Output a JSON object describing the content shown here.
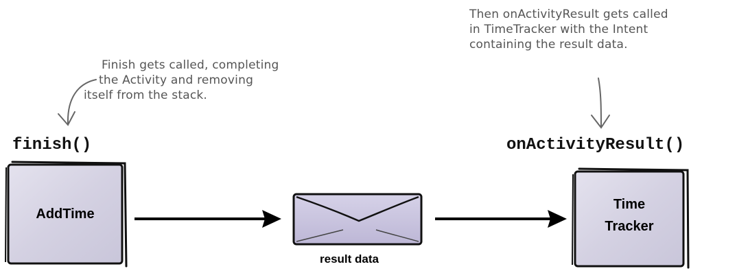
{
  "annotations": {
    "finish_note": [
      "Finish gets called, completing",
      "the Activity and removing",
      "itself from the stack."
    ],
    "result_note": [
      "Then onActivityResult gets called",
      "in TimeTracker with the Intent",
      "containing the result data."
    ]
  },
  "methods": {
    "finish": "finish()",
    "on_activity_result": "onActivityResult()"
  },
  "nodes": {
    "add_time": "AddTime",
    "time_tracker_line1": "Time",
    "time_tracker_line2": "Tracker",
    "envelope": "result data"
  },
  "colors": {
    "box_fill": "#d9d7e6",
    "envelope_fill": "#c9c4de",
    "outline": "#111111",
    "annotation_text": "#555555"
  }
}
